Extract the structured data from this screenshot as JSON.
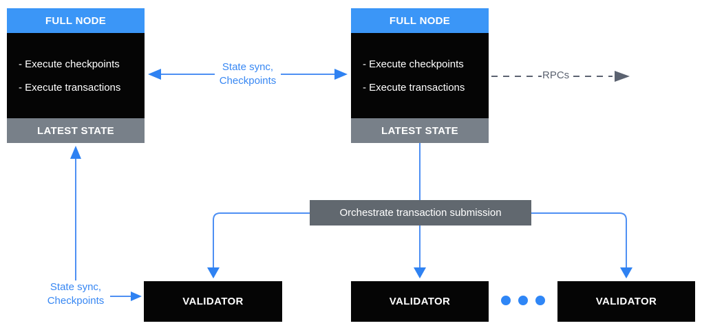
{
  "colors": {
    "header_blue": "#3B96F7",
    "line_blue": "#4D8FF3",
    "arrowhead_blue": "#2F82F2",
    "label_blue": "#3787F3",
    "box_black": "#050505",
    "state_gray": "#788089",
    "orchestrator_gray": "#61686F",
    "rpc_gray": "#5B6270",
    "text_white": "#FFFFFF"
  },
  "full_nodes": [
    {
      "title": "FULL NODE",
      "items": [
        "- Execute checkpoints",
        "- Execute transactions"
      ],
      "footer": "LATEST STATE"
    },
    {
      "title": "FULL NODE",
      "items": [
        "- Execute checkpoints",
        "- Execute transactions"
      ],
      "footer": "LATEST STATE"
    }
  ],
  "labels": {
    "state_sync_top": {
      "line1": "State sync,",
      "line2": "Checkpoints"
    },
    "state_sync_bottom": {
      "line1": "State sync,",
      "line2": "Checkpoints"
    },
    "rpcs": "RPCs",
    "orchestrator": "Orchestrate transaction submission"
  },
  "validators": [
    {
      "label": "VALIDATOR"
    },
    {
      "label": "VALIDATOR"
    },
    {
      "label": "VALIDATOR"
    }
  ]
}
